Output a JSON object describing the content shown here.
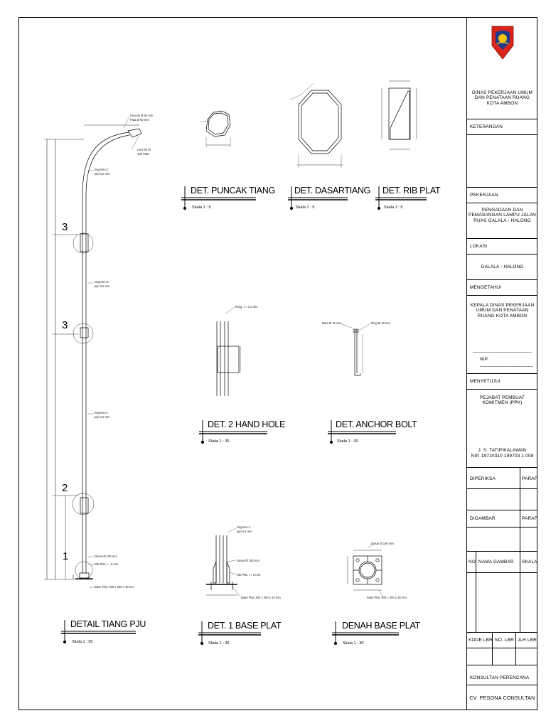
{
  "details": [
    {
      "id": "detail-tiang-pju",
      "title": "DETAIL TIANG PJU",
      "scale": "Skala 1 : 50"
    },
    {
      "id": "det-puncak-tiang",
      "title": "DET. PUNCAK TIANG",
      "scale": "Skala 1 : 5"
    },
    {
      "id": "det-dasartiang",
      "title": "DET. DASARTIANG",
      "scale": "Skala 1 : 5"
    },
    {
      "id": "det-rib-plat",
      "title": "DET. RIB PLAT",
      "scale": "Skala 1 : 5"
    },
    {
      "id": "det-hand-hole",
      "title": "DET. 2 HAND HOLE",
      "scale": "Skala 1 : 30"
    },
    {
      "id": "det-anchor-bolt",
      "title": "DET. ANCHOR BOLT",
      "scale": "Skala 1 : 30"
    },
    {
      "id": "det-base-plat",
      "title": "DET. 1 BASE PLAT",
      "scale": "Skala 1 : 30"
    },
    {
      "id": "denah-base-plat",
      "title": "DENAH BASE PLAT",
      "scale": "Skala 1 : 30"
    }
  ],
  "pole_markers": {
    "m3a": "3",
    "m3b": "3",
    "m2": "2",
    "m1": "1"
  },
  "pole_labels": {
    "top": "Puncak Ø 60 mm",
    "top2": "Pipa Ø 90 mm",
    "lamp": "LED 80 W",
    "lamp2": "100 Watt",
    "seg_c": "Segmen C",
    "seg_c2": "pipi 3,2 mm",
    "seg_b": "Segmen B",
    "seg_b2": "pipi 3,2 mm",
    "seg_a": "Segmen A",
    "seg_a2": "pipi 3,2 mm",
    "dasar": "Dasar Ø 150 mm",
    "rib": "Rib Plat, t = 6 mm",
    "base": "Base Plat, 300 x 300 x 16 mm"
  },
  "hand_hole_labels": {
    "tiang": "Tiang, t = 3,2 mm"
  },
  "anchor_labels": {
    "baut": "Baut Ø 16 mm",
    "ring": "Ring Ø 16 mm"
  },
  "base_labels": {
    "seg": "Segmen A",
    "seg2": "pipi 3,2 mm",
    "dasar": "Dasar Ø 150 mm",
    "rib": "Rib Plat, t = 6 mm",
    "base": "Base Plat, 300 x 300 x 16 mm"
  },
  "denah_labels": {
    "dasar": "Dasar Ø 150 mm",
    "base": "Base Plat, 300 x 300 x 16 mm"
  },
  "title_block": {
    "org": "DINAS PEKERJAAN UMUM DAN PENATAAN RUANG KOTA AMBON",
    "keterangan": "KETERANGAN",
    "pekerjaan": "PEKERJAAN",
    "pekerjaan_val": "PENGADAAN DAN PEMASANGAN LAMPU JALAN RUAS GALALA - HALONG",
    "lokasi": "LOKASI",
    "lokasi_val": "GALALA - HALONG",
    "mengetahui": "MENGETAHUI",
    "kepala": "KEPALA DINAS PEKERJAAN UMUM DAN PENATAAN RUANG KOTA AMBON",
    "sign_line": "______________________",
    "nip_blank": "NIP. ____________________",
    "menyetujui": "MENYETUJUI",
    "ppk": "PEJABAT PEMBUAT KOMITMEN (PPK)",
    "ppk_name": "J. S. TATIPIKALAWAN",
    "ppk_nip": "NIP. 19720310 199703 1 008",
    "diperiksa": "DIPERIKSA",
    "paraf1": "PARAF",
    "digambar": "DIGAMBAR",
    "paraf2": "PARAF",
    "no": "NO",
    "nama_gambar": "NAMA GAMBAR",
    "skala": "SKALA",
    "kode_lbr": "KODE LBR",
    "no_lbr": "NO. LBR",
    "jlh_lbr": "JLH LBR",
    "konsultan": "KONSULTAN PERENCANA",
    "konsultan_val": "CV. PESONA CONSULTAN"
  },
  "colors": {
    "line": "#000000",
    "logo_red": "#d9241c",
    "logo_blue": "#1f3c8c",
    "logo_yellow": "#f3c613"
  }
}
